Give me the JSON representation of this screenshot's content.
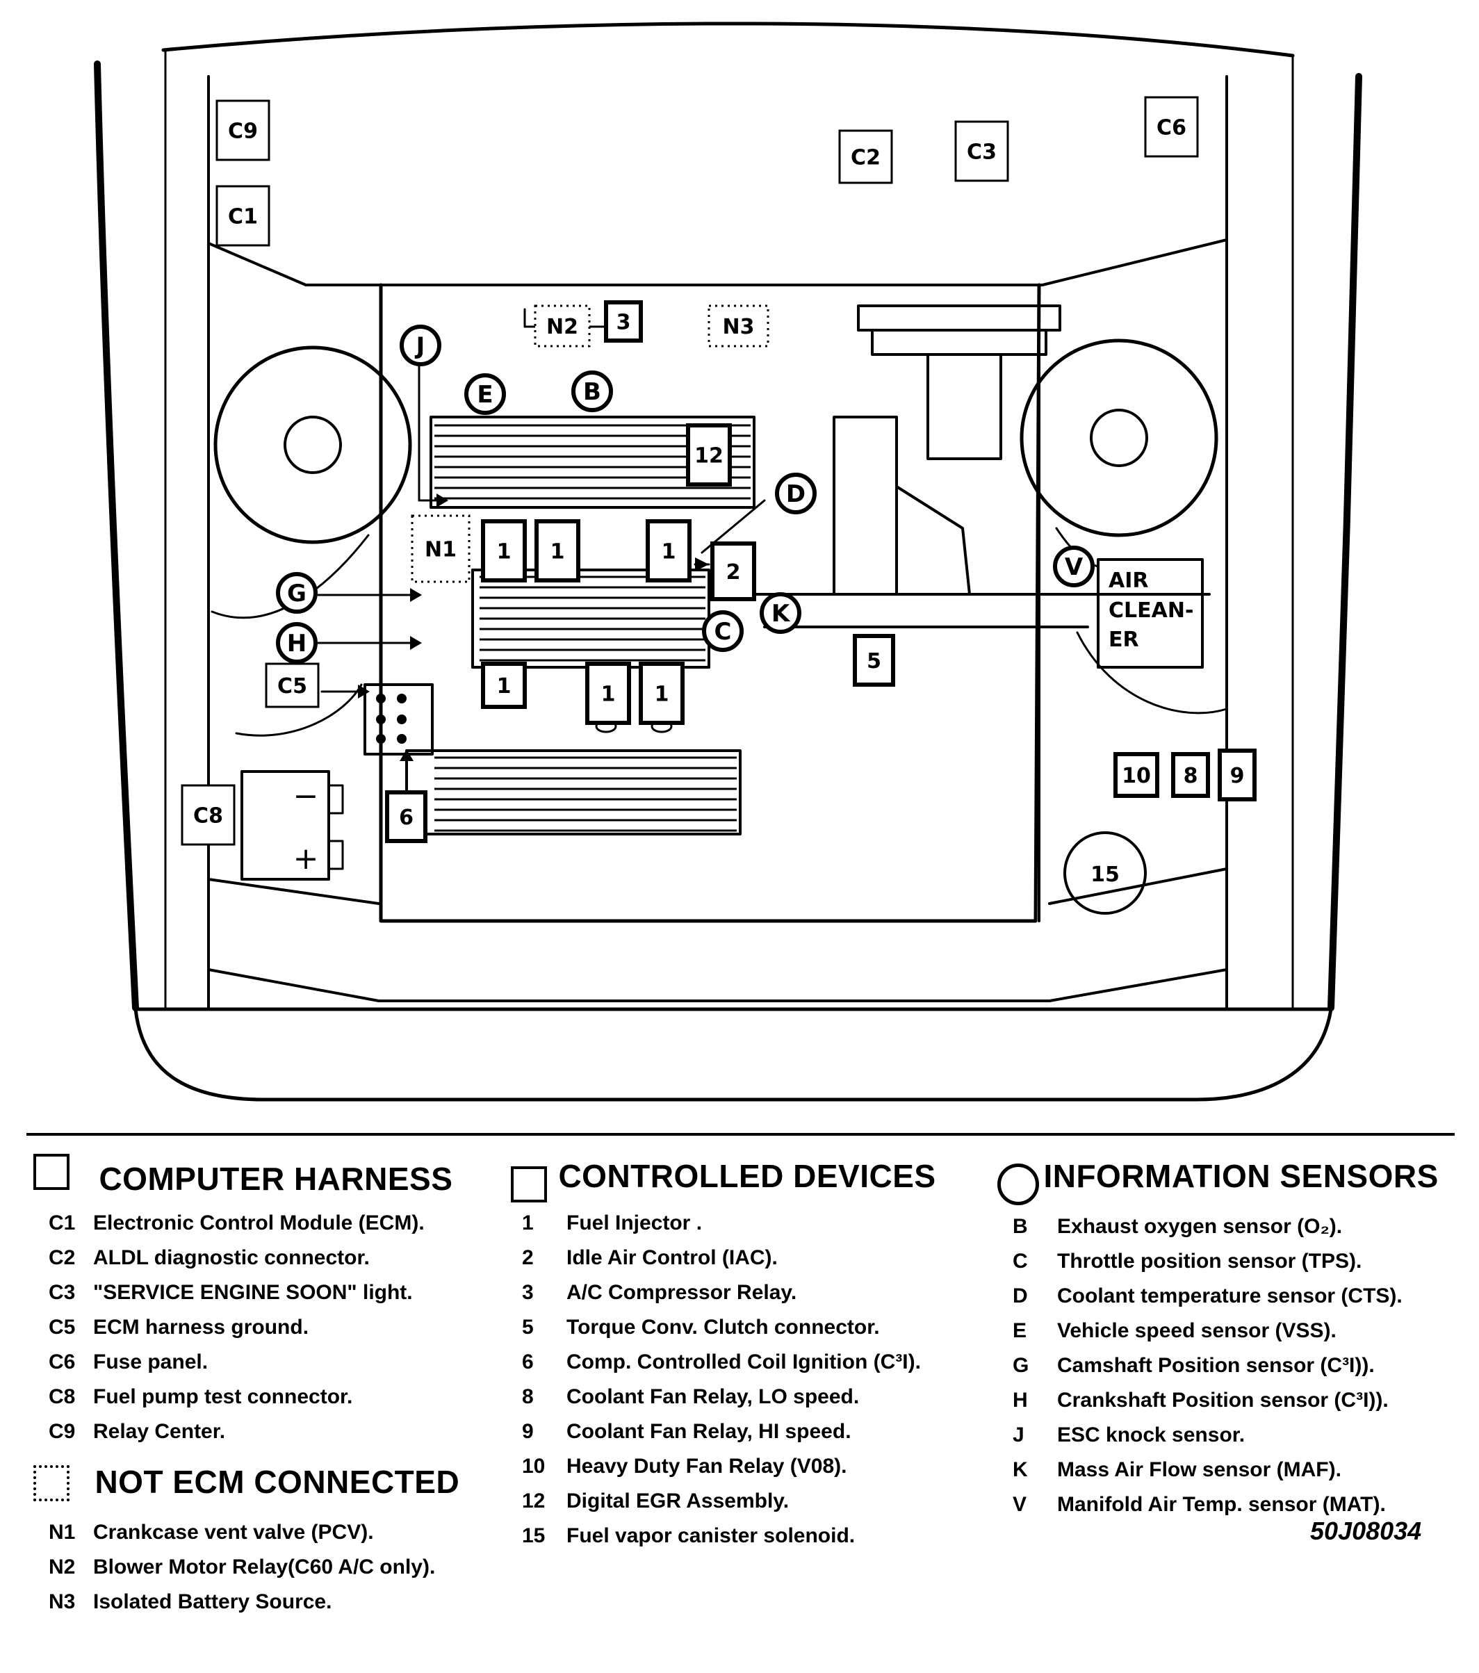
{
  "diagram": {
    "harness_boxes": [
      "C9",
      "C1",
      "C2",
      "C3",
      "C6",
      "C5",
      "C8"
    ],
    "device_boxes": [
      "3",
      "12",
      "1",
      "1",
      "1",
      "2",
      "1",
      "1",
      "1",
      "5",
      "6",
      "10",
      "8",
      "9"
    ],
    "device_circle": "15",
    "dotted_boxes": [
      "N2",
      "N3",
      "N1"
    ],
    "sensors": [
      "J",
      "E",
      "B",
      "D",
      "G",
      "H",
      "K",
      "C",
      "V"
    ],
    "air_cleaner": [
      "AIR",
      "CLEAN-",
      "ER"
    ],
    "battery": {
      "minus": "−",
      "plus": "+"
    }
  },
  "legend": {
    "computer_harness": {
      "title": "COMPUTER HARNESS",
      "items": [
        {
          "code": "C1",
          "text": "Electronic Control Module (ECM)."
        },
        {
          "code": "C2",
          "text": "ALDL diagnostic connector."
        },
        {
          "code": "C3",
          "text": "\"SERVICE ENGINE SOON\" light."
        },
        {
          "code": "C5",
          "text": "ECM harness ground."
        },
        {
          "code": "C6",
          "text": "Fuse panel."
        },
        {
          "code": "C8",
          "text": "Fuel pump test connector."
        },
        {
          "code": "C9",
          "text": "Relay Center."
        }
      ]
    },
    "not_ecm": {
      "title": "NOT ECM CONNECTED",
      "items": [
        {
          "code": "N1",
          "text": "Crankcase vent valve (PCV)."
        },
        {
          "code": "N2",
          "text": "Blower Motor Relay(C60 A/C only)."
        },
        {
          "code": "N3",
          "text": "Isolated Battery Source."
        }
      ]
    },
    "controlled_devices": {
      "title": "CONTROLLED DEVICES",
      "items": [
        {
          "code": "1",
          "text": "Fuel Injector ."
        },
        {
          "code": "2",
          "text": "Idle Air Control (IAC)."
        },
        {
          "code": "3",
          "text": "A/C Compressor Relay."
        },
        {
          "code": "5",
          "text": "Torque Conv. Clutch connector."
        },
        {
          "code": "6",
          "text": "Comp. Controlled Coil Ignition (C³I)."
        },
        {
          "code": "8",
          "text": "Coolant Fan Relay, LO speed."
        },
        {
          "code": "9",
          "text": "Coolant Fan Relay, HI speed."
        },
        {
          "code": "10",
          "text": "Heavy Duty Fan Relay (V08)."
        },
        {
          "code": "12",
          "text": "Digital EGR Assembly."
        },
        {
          "code": "15",
          "text": "Fuel vapor canister solenoid."
        }
      ]
    },
    "information_sensors": {
      "title": "INFORMATION SENSORS",
      "items": [
        {
          "code": "B",
          "text": "Exhaust oxygen sensor (O₂)."
        },
        {
          "code": "C",
          "text": "Throttle position sensor (TPS)."
        },
        {
          "code": "D",
          "text": "Coolant temperature sensor (CTS)."
        },
        {
          "code": "E",
          "text": "Vehicle  speed sensor (VSS)."
        },
        {
          "code": "G",
          "text": "Camshaft Position sensor (C³I))."
        },
        {
          "code": "H",
          "text": "Crankshaft Position sensor (C³I))."
        },
        {
          "code": "J",
          "text": "ESC knock sensor."
        },
        {
          "code": "K",
          "text": "Mass Air Flow sensor (MAF)."
        },
        {
          "code": "V",
          "text": "Manifold  Air Temp. sensor  (MAT)."
        }
      ]
    },
    "figure_id": "50J08034"
  }
}
